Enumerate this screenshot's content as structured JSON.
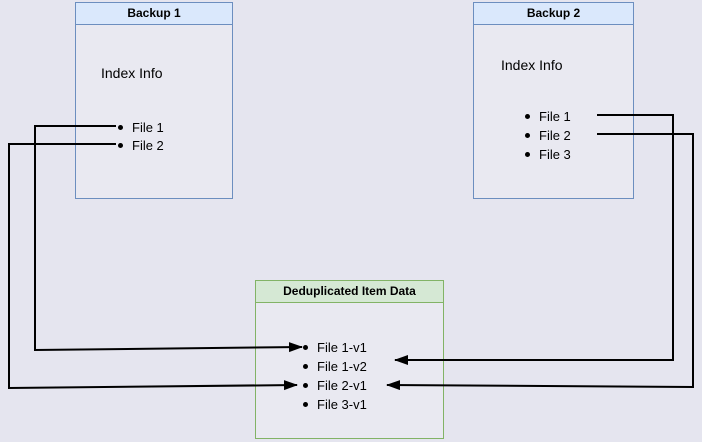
{
  "diagram": {
    "type": "backup-deduplication-diagram",
    "boxes": {
      "backup1": {
        "title": "Backup 1",
        "subtitle": "Index Info",
        "files": [
          "File 1",
          "File 2"
        ]
      },
      "backup2": {
        "title": "Backup 2",
        "subtitle": "Index Info",
        "files": [
          "File 1",
          "File 2",
          "File 3"
        ]
      },
      "dedup": {
        "title": "Deduplicated Item Data",
        "items": [
          "File 1-v1",
          "File 1-v2",
          "File 2-v1",
          "File 3-v1"
        ]
      }
    },
    "connections": [
      {
        "from": "Backup 1 / File 1",
        "to": "File 1-v1"
      },
      {
        "from": "Backup 1 / File 2",
        "to": "File 2-v1"
      },
      {
        "from": "Backup 2 / File 1",
        "to": "File 1-v2"
      },
      {
        "from": "Backup 2 / File 2",
        "to": "File 2-v1"
      }
    ]
  },
  "colors": {
    "canvas_bg": "#e5e5ef",
    "box_fill": "#e9e9f1",
    "blue_header_fill": "#dae8fc",
    "blue_border": "#6c8ebf",
    "green_header_fill": "#d5e8d4",
    "green_border": "#82b366",
    "line": "#000000",
    "text": "#000000"
  }
}
